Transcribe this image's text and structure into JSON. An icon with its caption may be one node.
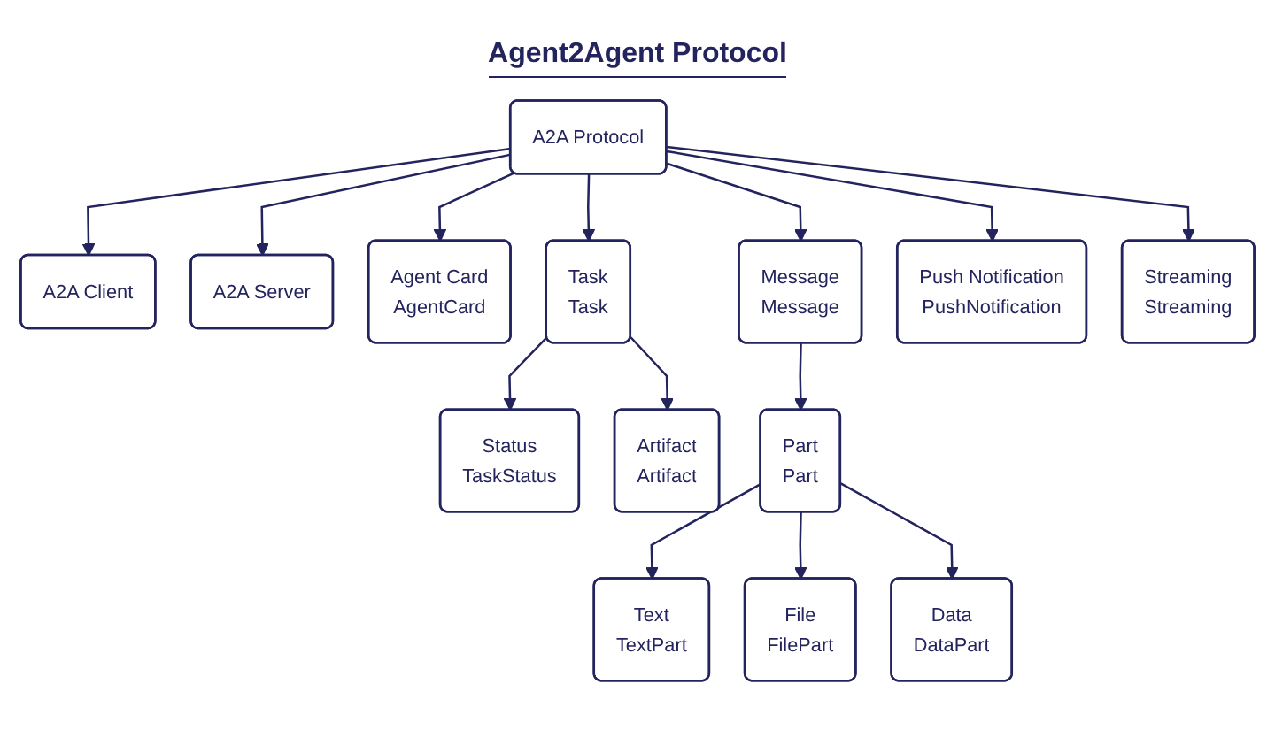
{
  "diagram": {
    "title": "Agent2Agent Protocol",
    "nodes": [
      {
        "text": [
          "A2A Protocol"
        ]
      },
      {
        "text": [
          "A2A Client"
        ]
      },
      {
        "text": [
          "A2A Server"
        ]
      },
      {
        "text": [
          "Agent Card",
          "AgentCard"
        ]
      },
      {
        "text": [
          "Task",
          "Task"
        ]
      },
      {
        "text": [
          "Message",
          "Message"
        ]
      },
      {
        "text": [
          "Push Notification",
          "PushNotification"
        ]
      },
      {
        "text": [
          "Streaming",
          "Streaming"
        ]
      },
      {
        "text": [
          "Status",
          "TaskStatus"
        ]
      },
      {
        "text": [
          "Artifact",
          "Artifact"
        ]
      },
      {
        "text": [
          "Part",
          "Part"
        ]
      },
      {
        "text": [
          "Text",
          "TextPart"
        ]
      },
      {
        "text": [
          "File",
          "FilePart"
        ]
      },
      {
        "text": [
          "Data",
          "DataPart"
        ]
      }
    ],
    "edges": [
      {
        "from": 0,
        "to": 1,
        "arrow": "to"
      },
      {
        "from": 0,
        "to": 2,
        "arrow": "to"
      },
      {
        "from": 0,
        "to": 3,
        "arrow": "to"
      },
      {
        "from": 0,
        "to": 4,
        "arrow": "to"
      },
      {
        "from": 0,
        "to": 5,
        "arrow": "to"
      },
      {
        "from": 0,
        "to": 6,
        "arrow": "to"
      },
      {
        "from": 0,
        "to": 7,
        "arrow": "to"
      },
      {
        "from": 4,
        "to": 8,
        "arrow": "to"
      },
      {
        "from": 4,
        "to": 9,
        "arrow": "to"
      },
      {
        "from": 5,
        "to": 10,
        "arrow": "to"
      },
      {
        "from": 10,
        "to": 11,
        "arrow": "to"
      },
      {
        "from": 10,
        "to": 12,
        "arrow": "to"
      },
      {
        "from": 10,
        "to": 13,
        "arrow": "to"
      }
    ]
  }
}
